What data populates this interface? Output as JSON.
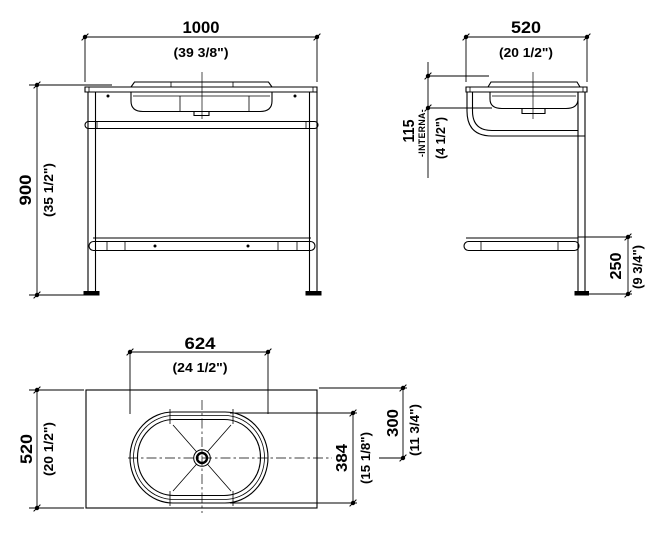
{
  "front_view": {
    "width_mm": "1000",
    "width_in": "(39 3/8\")",
    "height_mm": "900",
    "height_in": "(35 1/2\")"
  },
  "side_view": {
    "depth_mm": "520",
    "depth_in": "(20 1/2\")",
    "basin_internal_mm": "115",
    "basin_internal_label": "-INTERNA-",
    "basin_internal_in": "(4 1/2\")",
    "shelf_height_mm": "250",
    "shelf_height_in": "(9 3/4\")"
  },
  "plan_view": {
    "basin_length_mm": "624",
    "basin_length_in": "(24 1/2\")",
    "depth_mm": "520",
    "depth_in": "(20 1/2\")",
    "basin_width_mm": "384",
    "basin_width_in": "(15 1/8\")",
    "basin_center_from_back_mm": "300",
    "basin_center_from_back_in": "(11 3/4\")"
  },
  "colors": {
    "line": "#000000",
    "background": "#ffffff"
  }
}
